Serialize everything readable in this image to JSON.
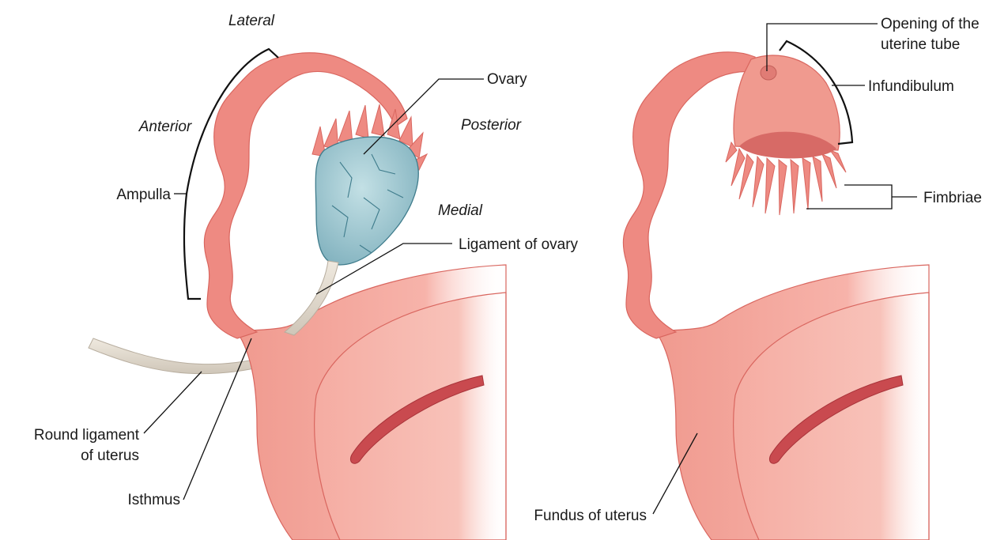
{
  "left_panel": {
    "directions": {
      "lateral": "Lateral",
      "anterior": "Anterior",
      "posterior": "Posterior",
      "medial": "Medial"
    },
    "labels": {
      "ovary": "Ovary",
      "ampulla": "Ampulla",
      "ligament_of_ovary": "Ligament of ovary",
      "round_ligament_line1": "Round ligament",
      "round_ligament_line2": "of uterus",
      "isthmus": "Isthmus"
    }
  },
  "right_panel": {
    "labels": {
      "opening_line1": "Opening of the",
      "opening_line2": "uterine tube",
      "infundibulum": "Infundibulum",
      "fimbriae": "Fimbriae",
      "fundus_of_uterus": "Fundus of uterus"
    }
  },
  "colors": {
    "tube": "#ee8a82",
    "tube_dark": "#d9665f",
    "uterus": "#f4a79c",
    "uterus_cut": "#f7b4aa",
    "cavity": "#c94a4f",
    "ovary": "#9cc6cf",
    "ovary_dark": "#3f7c8c",
    "ligament": "#e3ddd2",
    "line": "#111111"
  }
}
